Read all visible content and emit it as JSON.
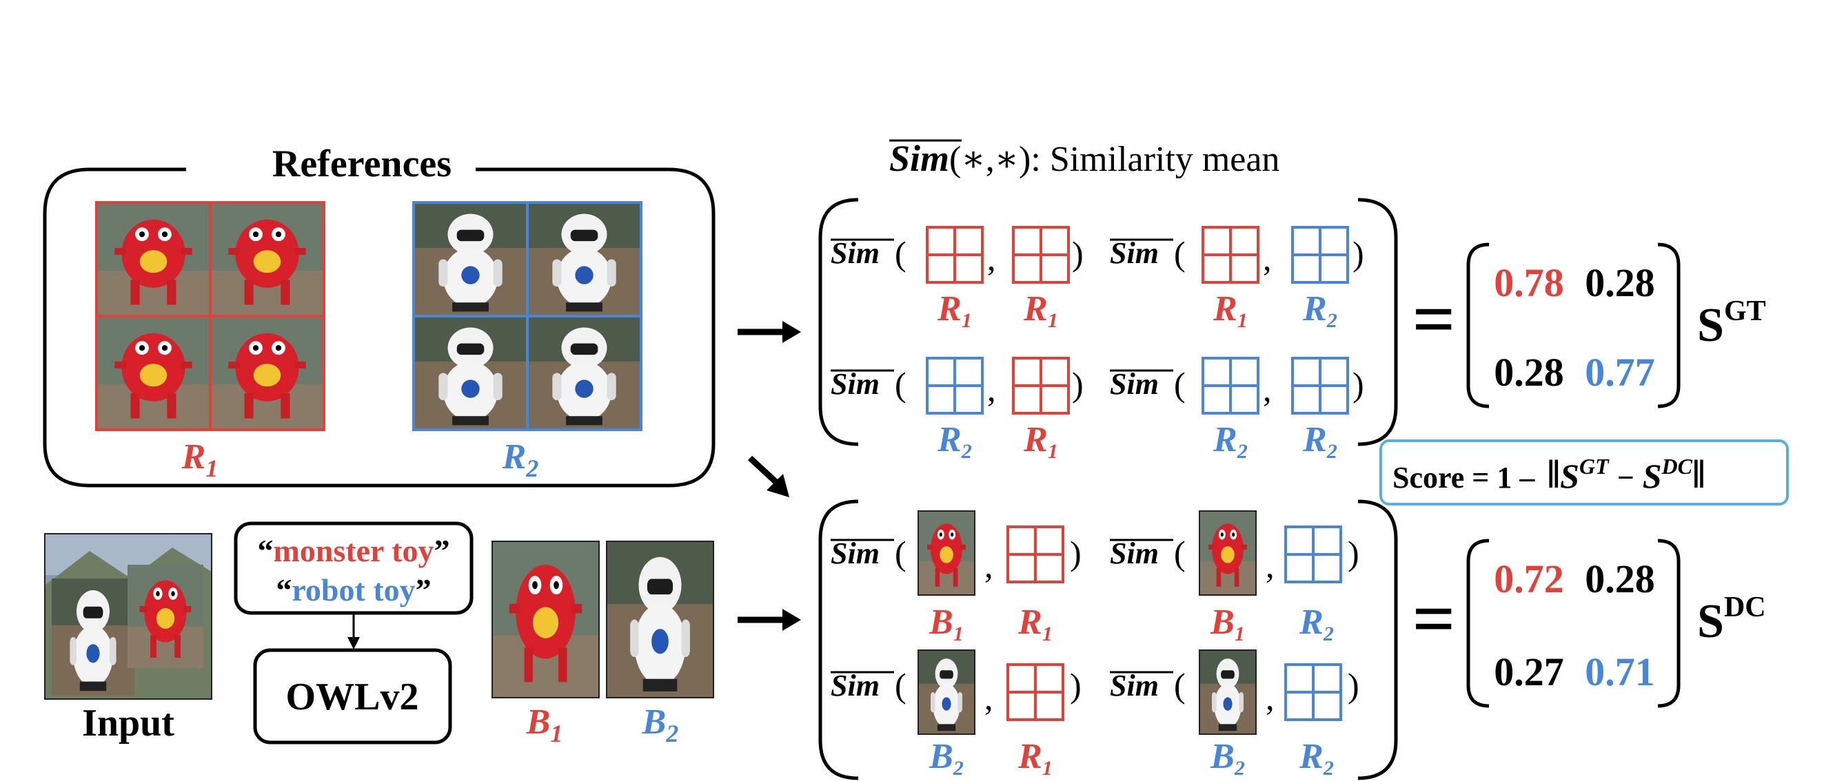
{
  "colors": {
    "red": "#e0413a",
    "blue": "#4a86d8",
    "black": "#000000",
    "score_border": "#5aaed8"
  },
  "references": {
    "title": "References",
    "r1_label": "R",
    "r1_sub": "1",
    "r2_label": "R",
    "r2_sub": "2"
  },
  "input": {
    "label": "Input"
  },
  "prompts": {
    "quote_open": "“",
    "quote_close": "”",
    "monster": "monster toy",
    "robot": "robot toy"
  },
  "detector": {
    "label": "OWLv2"
  },
  "crops": {
    "b1_label": "B",
    "b1_sub": "1",
    "b2_label": "B",
    "b2_sub": "2"
  },
  "sim": {
    "title_sim": "Sim",
    "title_rest": "(∗,∗): Similarity mean",
    "fn": "Sim",
    "open": "(",
    "comma": ",",
    "close": ")"
  },
  "gt": {
    "values": [
      [
        "0.78",
        "0.28"
      ],
      [
        "0.28",
        "0.77"
      ]
    ],
    "label": "S",
    "sup": "GT"
  },
  "dc": {
    "values": [
      [
        "0.72",
        "0.28"
      ],
      [
        "0.27",
        "0.71"
      ]
    ],
    "label": "S",
    "sup": "DC"
  },
  "equals": "=",
  "score": {
    "prefix": "Score = 1 –",
    "s_gt": "S",
    "gt": "GT",
    "minus": "−",
    "s_dc": "S",
    "dc": "DC"
  },
  "icons": [
    "grid-icon",
    "arrow-right-icon",
    "arrow-diagonal-icon",
    "arrow-down-icon",
    "monster-toy-image",
    "robot-toy-image"
  ]
}
